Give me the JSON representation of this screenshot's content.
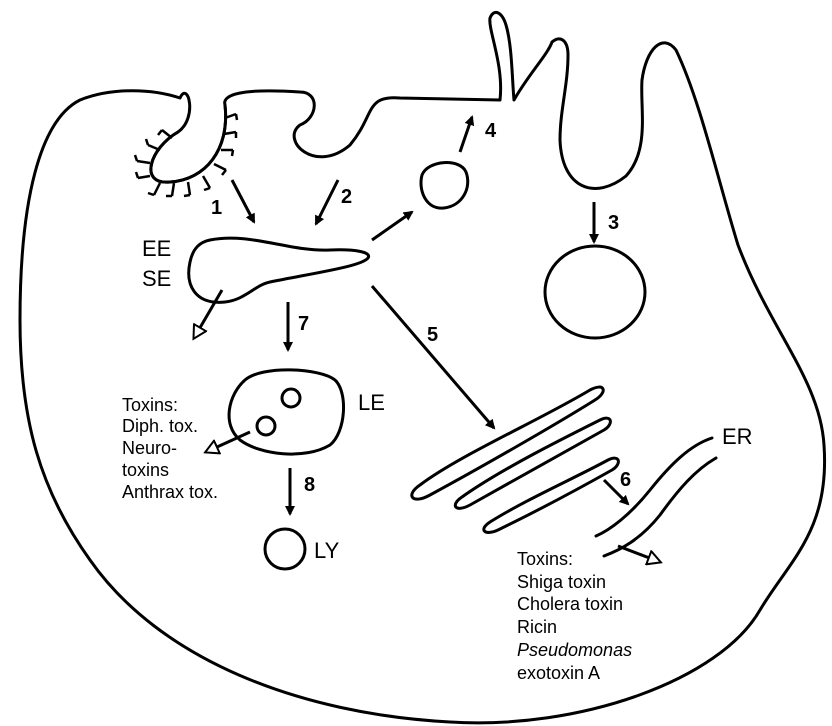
{
  "labels": {
    "ee": "EE",
    "se": "SE",
    "le": "LE",
    "ly": "LY",
    "er": "ER"
  },
  "steps": [
    "1",
    "2",
    "3",
    "4",
    "5",
    "6",
    "7",
    "8"
  ],
  "toxins_left": {
    "heading": "Toxins:",
    "items": [
      "Diph. tox.",
      "Neuro-",
      "toxins",
      "Anthrax tox."
    ]
  },
  "toxins_right": {
    "heading": "Toxins:",
    "items": [
      "Shiga toxin",
      "Cholera toxin",
      "Ricin",
      "Pseudomonas",
      "exotoxin A"
    ]
  }
}
